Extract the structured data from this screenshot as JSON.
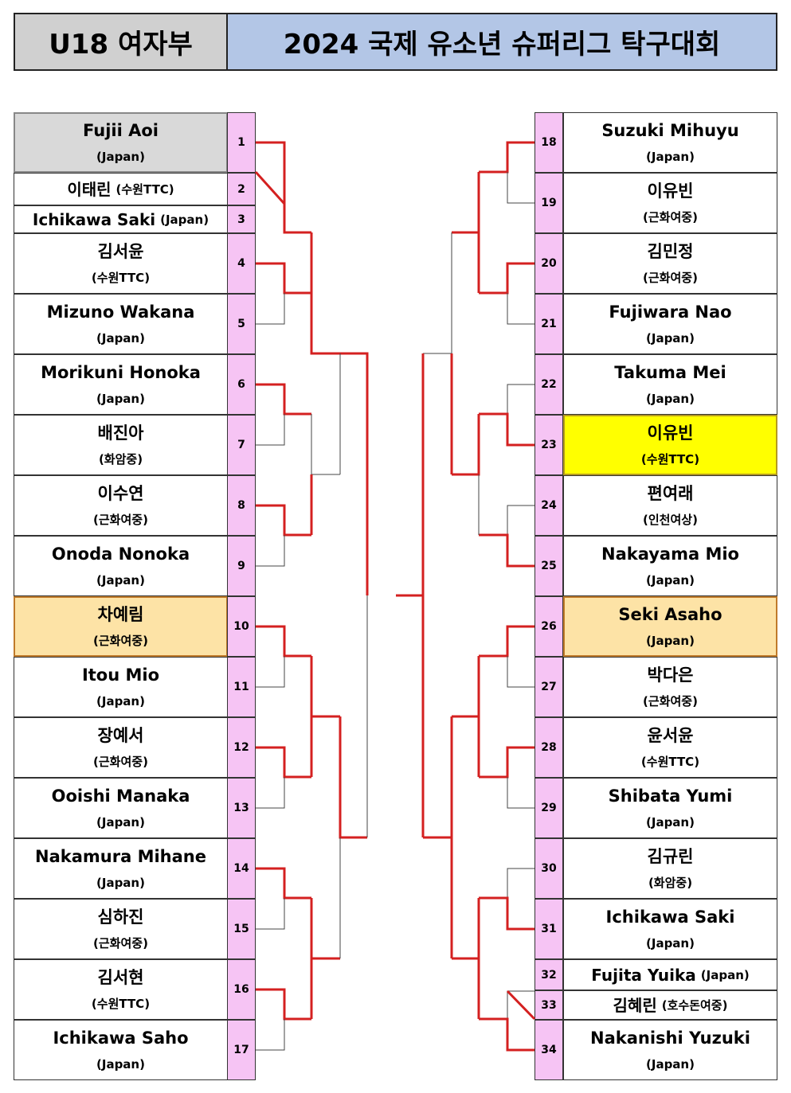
{
  "header": {
    "division": "U18 여자부",
    "title": "2024 국제 유소년 슈퍼리그 탁구대회"
  },
  "left_players": [
    {
      "num": "1",
      "name": "Fujii Aoi",
      "club": "(Japan)",
      "highlight": "gray"
    },
    {
      "num": "2",
      "name": "이태린",
      "club": "(수원TTC)"
    },
    {
      "num": "3",
      "name": "Ichikawa Saki",
      "club": "(Japan)"
    },
    {
      "num": "4",
      "name": "김서윤",
      "club": "(수원TTC)"
    },
    {
      "num": "5",
      "name": "Mizuno Wakana",
      "club": "(Japan)"
    },
    {
      "num": "6",
      "name": "Morikuni Honoka",
      "club": "(Japan)"
    },
    {
      "num": "7",
      "name": "배진아",
      "club": "(화암중)"
    },
    {
      "num": "8",
      "name": "이수연",
      "club": "(근화여중)"
    },
    {
      "num": "9",
      "name": "Onoda Nonoka",
      "club": "(Japan)"
    },
    {
      "num": "10",
      "name": "차예림",
      "club": "(근화여중)",
      "highlight": "orange"
    },
    {
      "num": "11",
      "name": "Itou Mio",
      "club": "(Japan)"
    },
    {
      "num": "12",
      "name": "장예서",
      "club": "(근화여중)"
    },
    {
      "num": "13",
      "name": "Ooishi Manaka",
      "club": "(Japan)"
    },
    {
      "num": "14",
      "name": "Nakamura Mihane",
      "club": "(Japan)"
    },
    {
      "num": "15",
      "name": "심하진",
      "club": "(근화여중)"
    },
    {
      "num": "16",
      "name": "김서현",
      "club": "(수원TTC)"
    },
    {
      "num": "17",
      "name": "Ichikawa Saho",
      "club": "(Japan)"
    }
  ],
  "right_players": [
    {
      "num": "18",
      "name": "Suzuki Mihuyu",
      "club": "(Japan)"
    },
    {
      "num": "19",
      "name": "이유빈",
      "club": "(근화여중)"
    },
    {
      "num": "20",
      "name": "김민정",
      "club": "(근화여중)"
    },
    {
      "num": "21",
      "name": "Fujiwara Nao",
      "club": "(Japan)"
    },
    {
      "num": "22",
      "name": "Takuma Mei",
      "club": "(Japan)"
    },
    {
      "num": "23",
      "name": "이유빈",
      "club": "(수원TTC)",
      "highlight": "yellow"
    },
    {
      "num": "24",
      "name": "편여래",
      "club": "(인천여상)"
    },
    {
      "num": "25",
      "name": "Nakayama Mio",
      "club": "(Japan)"
    },
    {
      "num": "26",
      "name": "Seki Asaho",
      "club": "(Japan)",
      "highlight": "orange"
    },
    {
      "num": "27",
      "name": "박다은",
      "club": "(근화여중)"
    },
    {
      "num": "28",
      "name": "윤서윤",
      "club": "(수원TTC)"
    },
    {
      "num": "29",
      "name": "Shibata Yumi",
      "club": "(Japan)"
    },
    {
      "num": "30",
      "name": "김규린",
      "club": "(화암중)"
    },
    {
      "num": "31",
      "name": "Ichikawa Saki",
      "club": "(Japan)"
    },
    {
      "num": "32",
      "name": "Fujita Yuika",
      "club": "(Japan)"
    },
    {
      "num": "33",
      "name": "김혜린",
      "club": "(호수돈여중)"
    },
    {
      "num": "34",
      "name": "Nakanishi Yuzuki",
      "club": "(Japan)"
    }
  ],
  "colors": {
    "winner_line": "#d42020",
    "line": "#444444",
    "seed_cell": "#f6c4f4"
  }
}
